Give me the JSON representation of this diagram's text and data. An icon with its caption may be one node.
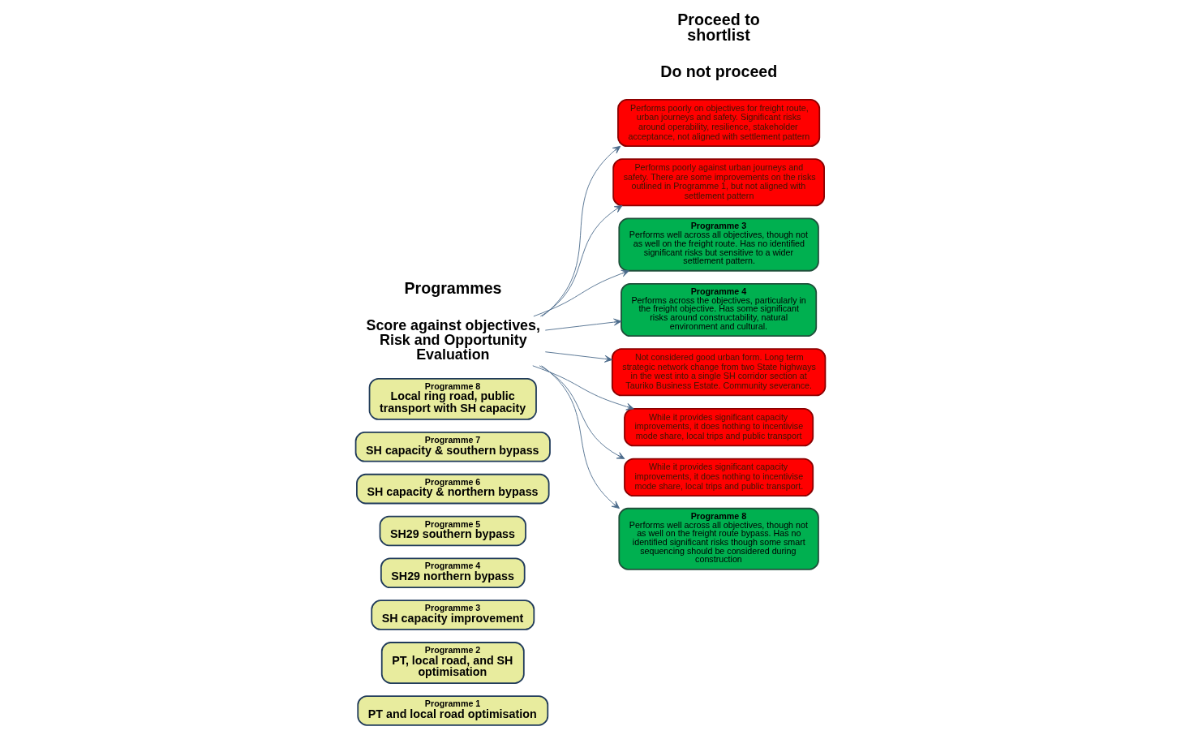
{
  "diagram": {
    "nodes": [
      {
        "text": [
          "Programme 1",
          "PT and local road optimisation"
        ]
      },
      {
        "text": [
          "Programme 2",
          "PT, local road, and SH optimisation"
        ]
      },
      {
        "text": [
          "Programme 3",
          "SH capacity improvement"
        ]
      },
      {
        "text": [
          "Programme 4",
          "SH29 northern bypass"
        ]
      },
      {
        "text": [
          "Programme 5",
          "SH29 southern bypass"
        ]
      },
      {
        "text": [
          "Programme 6",
          "SH capacity & northern bypass"
        ]
      },
      {
        "text": [
          "Programme 7",
          "SH capacity & southern bypass"
        ]
      },
      {
        "text": [
          "Programme 8",
          "Local ring road, public transport with SH capacity"
        ]
      },
      {
        "text": [
          "Score against objectives, Risk and Opportunity Evaluation"
        ]
      },
      {
        "text": [
          "Performs poorly on objectives for freight route, urban journeys and safety. Significant risks around operability, resilience, stakeholder acceptance, not aligned with settlement pattern"
        ]
      },
      {
        "text": [
          "Performs poorly against urban journeys and safety. There are some improvements on the risks outlined in Programme 1, but not aligned with settlement pattern"
        ]
      },
      {
        "text": [
          "Programme 3",
          "Performs well across all objectives, though not as well on the freight route. Has no identified significant risks but sensitive to a wider settlement pattern."
        ]
      },
      {
        "text": [
          "Programme 4",
          "Performs across the objectives, particularly in the freight objective. Has some significant risks around constructability, natural environment and cultural."
        ]
      },
      {
        "text": [
          "Not considered good urban form. Long term strategic network change from two State highways in the west into a single SH corridor section at Tauriko Business Estate. Community severance."
        ]
      },
      {
        "text": [
          "While it provides significant capacity improvements, it does nothing to incentivise mode share, local trips and public transport"
        ]
      },
      {
        "text": [
          "While it provides significant capacity improvements, it does nothing to incentivise mode share, local trips and public transport."
        ]
      },
      {
        "text": [
          "Programme 8",
          "Performs well across all objectives, though not as well on the freight route bypass. Has no identified significant risks though some smart sequencing should be considered during construction"
        ]
      }
    ],
    "edges": [
      {
        "from": 8,
        "to": 9,
        "arrow": "to"
      },
      {
        "from": 8,
        "to": 10,
        "arrow": "to"
      },
      {
        "from": 8,
        "to": 11,
        "arrow": "to"
      },
      {
        "from": 8,
        "to": 12,
        "arrow": "to"
      },
      {
        "from": 8,
        "to": 13,
        "arrow": "to"
      },
      {
        "from": 8,
        "to": 14,
        "arrow": "to"
      },
      {
        "from": 8,
        "to": 15,
        "arrow": "to"
      },
      {
        "from": 8,
        "to": 16,
        "arrow": "to"
      }
    ],
    "labels": [
      "Programmes",
      "Do not proceed",
      "Proceed to shortlist"
    ]
  }
}
